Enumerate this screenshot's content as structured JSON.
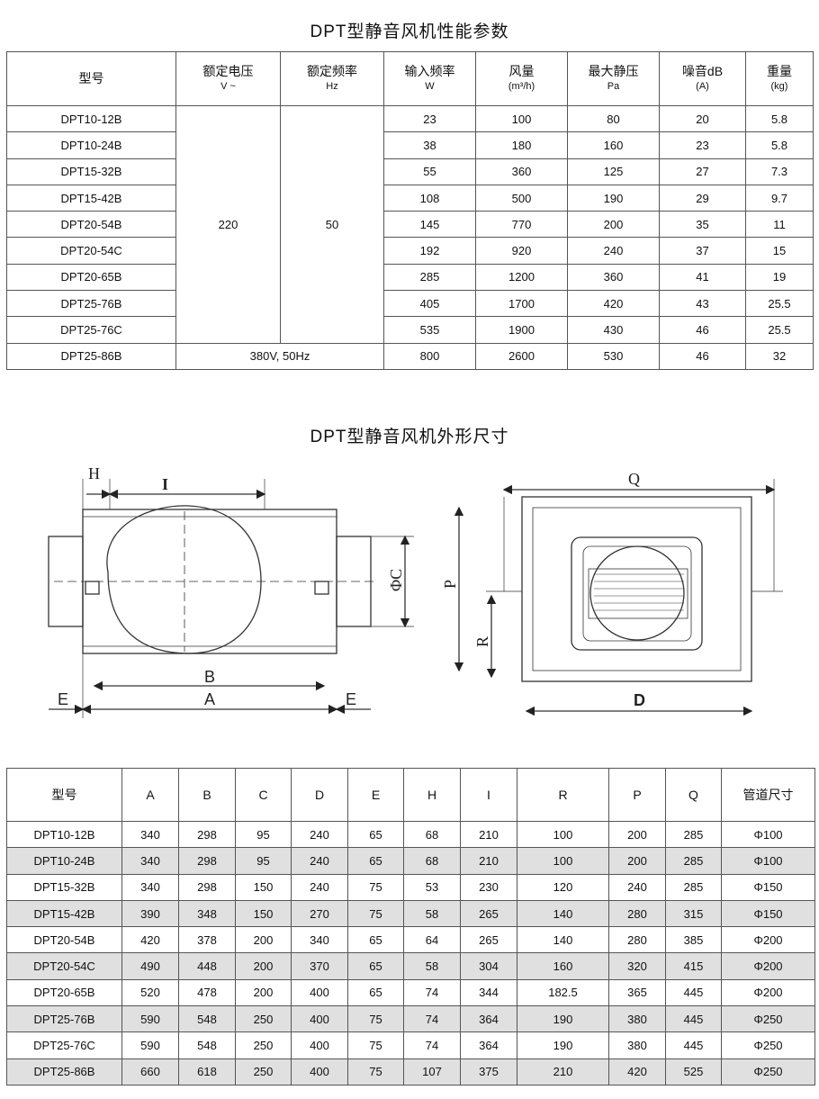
{
  "performance": {
    "title": "DPT型静音风机性能参数",
    "headers": [
      {
        "main": "型号",
        "sub": ""
      },
      {
        "main": "额定电压",
        "sub": "V ~"
      },
      {
        "main": "额定频率",
        "sub": "Hz"
      },
      {
        "main": "输入频率",
        "sub": "W"
      },
      {
        "main": "风量",
        "sub": "(m³/h)"
      },
      {
        "main": "最大静压",
        "sub": "Pa"
      },
      {
        "main": "噪音dB",
        "sub": "(A)"
      },
      {
        "main": "重量",
        "sub": "(kg)"
      }
    ],
    "voltage_shared": "220",
    "frequency_shared": "50",
    "last_row_power": "380V, 50Hz",
    "rows": [
      {
        "model": "DPT10-12B",
        "power": "23",
        "flow": "100",
        "pressure": "80",
        "noise": "20",
        "weight": "5.8"
      },
      {
        "model": "DPT10-24B",
        "power": "38",
        "flow": "180",
        "pressure": "160",
        "noise": "23",
        "weight": "5.8"
      },
      {
        "model": "DPT15-32B",
        "power": "55",
        "flow": "360",
        "pressure": "125",
        "noise": "27",
        "weight": "7.3"
      },
      {
        "model": "DPT15-42B",
        "power": "108",
        "flow": "500",
        "pressure": "190",
        "noise": "29",
        "weight": "9.7"
      },
      {
        "model": "DPT20-54B",
        "power": "145",
        "flow": "770",
        "pressure": "200",
        "noise": "35",
        "weight": "11"
      },
      {
        "model": "DPT20-54C",
        "power": "192",
        "flow": "920",
        "pressure": "240",
        "noise": "37",
        "weight": "15"
      },
      {
        "model": "DPT20-65B",
        "power": "285",
        "flow": "1200",
        "pressure": "360",
        "noise": "41",
        "weight": "19"
      },
      {
        "model": "DPT25-76B",
        "power": "405",
        "flow": "1700",
        "pressure": "420",
        "noise": "43",
        "weight": "25.5"
      },
      {
        "model": "DPT25-76C",
        "power": "535",
        "flow": "1900",
        "pressure": "430",
        "noise": "46",
        "weight": "25.5"
      },
      {
        "model": "DPT25-86B",
        "power": "800",
        "flow": "2600",
        "pressure": "530",
        "noise": "46",
        "weight": "32"
      }
    ]
  },
  "dimensions": {
    "title": "DPT型静音风机外形尺寸",
    "drawing_labels": {
      "H": "H",
      "I": "I",
      "C": "ΦC",
      "B": "B",
      "A": "A",
      "E": "E",
      "P": "P",
      "R": "R",
      "Q": "Q",
      "D": "D"
    },
    "headers": [
      "型号",
      "A",
      "B",
      "C",
      "D",
      "E",
      "H",
      "I",
      "R",
      "P",
      "Q",
      "管道尺寸"
    ],
    "rows": [
      [
        "DPT10-12B",
        "340",
        "298",
        "95",
        "240",
        "65",
        "68",
        "210",
        "100",
        "200",
        "285",
        "Φ100"
      ],
      [
        "DPT10-24B",
        "340",
        "298",
        "95",
        "240",
        "65",
        "68",
        "210",
        "100",
        "200",
        "285",
        "Φ100"
      ],
      [
        "DPT15-32B",
        "340",
        "298",
        "150",
        "240",
        "75",
        "53",
        "230",
        "120",
        "240",
        "285",
        "Φ150"
      ],
      [
        "DPT15-42B",
        "390",
        "348",
        "150",
        "270",
        "75",
        "58",
        "265",
        "140",
        "280",
        "315",
        "Φ150"
      ],
      [
        "DPT20-54B",
        "420",
        "378",
        "200",
        "340",
        "65",
        "64",
        "265",
        "140",
        "280",
        "385",
        "Φ200"
      ],
      [
        "DPT20-54C",
        "490",
        "448",
        "200",
        "370",
        "65",
        "58",
        "304",
        "160",
        "320",
        "415",
        "Φ200"
      ],
      [
        "DPT20-65B",
        "520",
        "478",
        "200",
        "400",
        "65",
        "74",
        "344",
        "182.5",
        "365",
        "445",
        "Φ200"
      ],
      [
        "DPT25-76B",
        "590",
        "548",
        "250",
        "400",
        "75",
        "74",
        "364",
        "190",
        "380",
        "445",
        "Φ250"
      ],
      [
        "DPT25-76C",
        "590",
        "548",
        "250",
        "400",
        "75",
        "74",
        "364",
        "190",
        "380",
        "445",
        "Φ250"
      ],
      [
        "DPT25-86B",
        "660",
        "618",
        "250",
        "400",
        "75",
        "107",
        "375",
        "210",
        "420",
        "525",
        "Φ250"
      ]
    ]
  }
}
